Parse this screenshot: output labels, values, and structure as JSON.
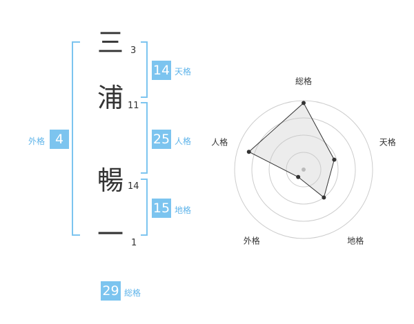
{
  "name": {
    "chars": [
      {
        "char": "三",
        "strokes": "3"
      },
      {
        "char": "浦",
        "strokes": "11"
      },
      {
        "char": "暢",
        "strokes": "14"
      },
      {
        "char": "一",
        "strokes": "1"
      }
    ]
  },
  "fortunes": {
    "tenkaku": {
      "value": "14",
      "label": "天格"
    },
    "jinkaku": {
      "value": "25",
      "label": "人格"
    },
    "chikaku": {
      "value": "15",
      "label": "地格"
    },
    "gaikaku": {
      "value": "4",
      "label": "外格"
    },
    "soukaku": {
      "value": "29",
      "label": "総格"
    }
  },
  "colors": {
    "accent": "#7cc4ef",
    "text": "#333333"
  },
  "chart_data": {
    "type": "radar",
    "axes": [
      "総格",
      "天格",
      "地格",
      "外格",
      "人格"
    ],
    "values": [
      29,
      14,
      15,
      4,
      25
    ],
    "rmax": 30,
    "rings": 4
  }
}
